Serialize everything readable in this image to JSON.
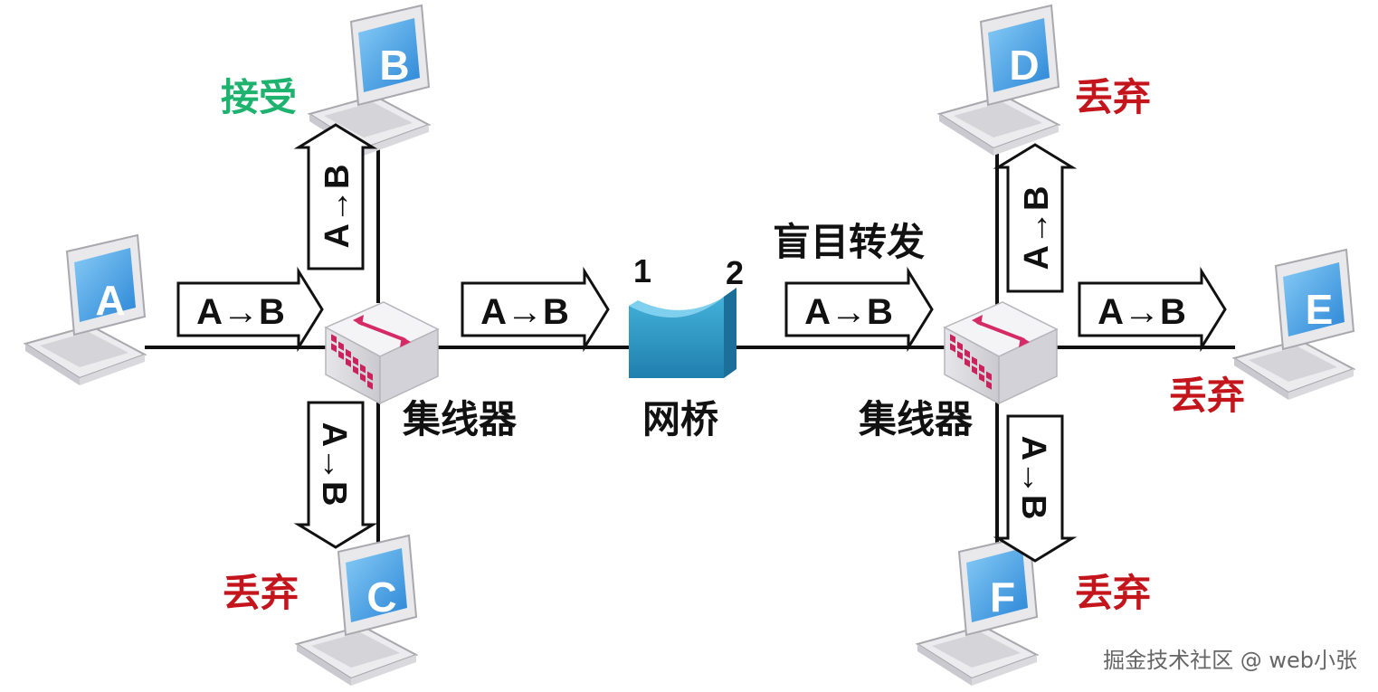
{
  "devices": {
    "pc_a": "A",
    "pc_b": "B",
    "pc_c": "C",
    "pc_d": "D",
    "pc_e": "E",
    "pc_f": "F",
    "hub_left": "集线器",
    "hub_right": "集线器",
    "bridge": "网桥",
    "bridge_port_1": "1",
    "bridge_port_2": "2"
  },
  "packet": "A→B",
  "statuses": {
    "b": "接受",
    "c": "丢弃",
    "d": "丢弃",
    "e": "丢弃",
    "f": "丢弃"
  },
  "blind_forward": "盲目转发",
  "colors": {
    "accept": "#1db36e",
    "discard": "#c4151c",
    "screen": "#3f9fe8",
    "bridge": "#2a8fbf"
  },
  "watermark": "掘金技术社区 @ web小张"
}
